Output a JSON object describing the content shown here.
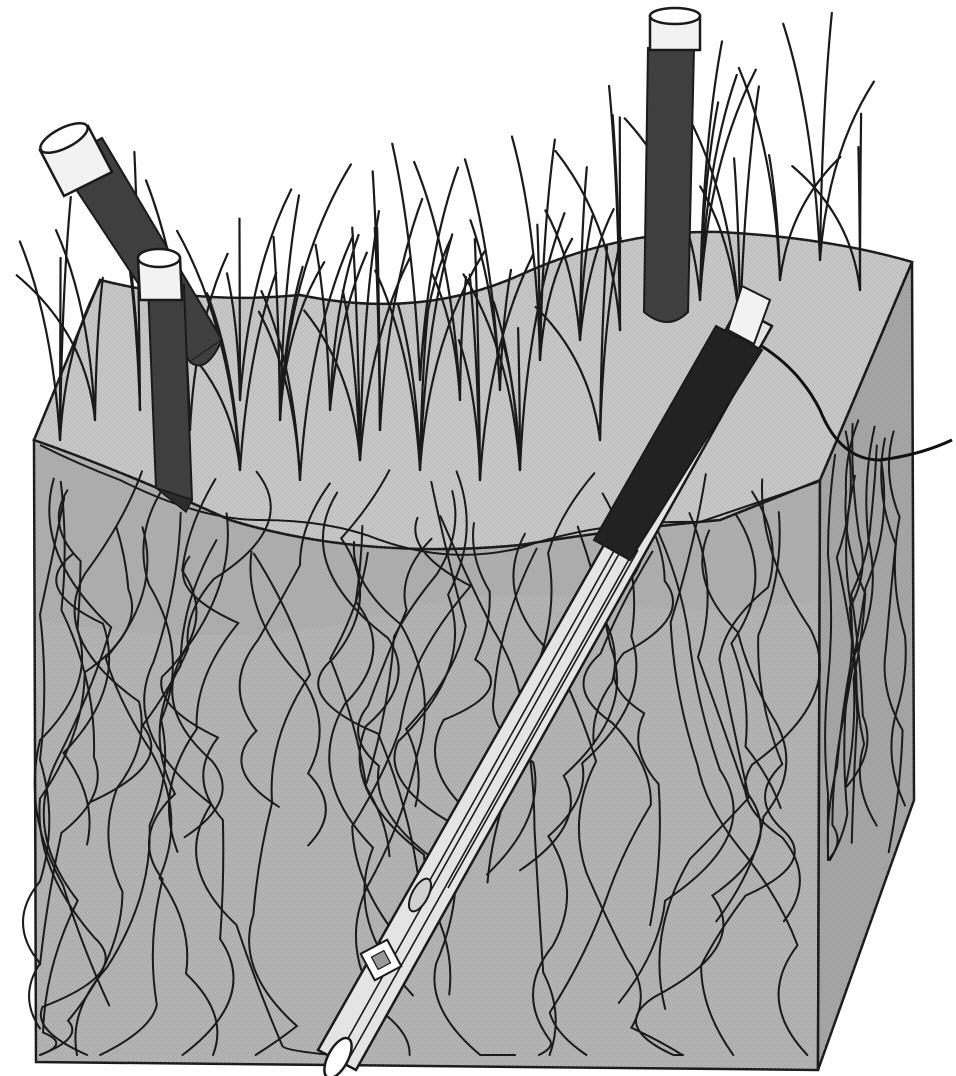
{
  "illustration": {
    "subject": "soil-block-with-grass-and-probes",
    "colors": {
      "background": "#ffffff",
      "outline": "#1a1a1a",
      "soil_front": "#b4b4b4",
      "soil_side": "#a6a6a6",
      "soil_top": "#c8c8c8",
      "root_zone": "#a9a9a9",
      "tube_dark": "#3f3f3f",
      "tube_cap": "#f2f2f2",
      "probe_light": "#e4e4e4",
      "probe_sleeve": "#222222"
    },
    "icons": [
      "grass-blade",
      "root",
      "probe-tube",
      "tube-cap",
      "sensor-chip",
      "cable"
    ]
  }
}
